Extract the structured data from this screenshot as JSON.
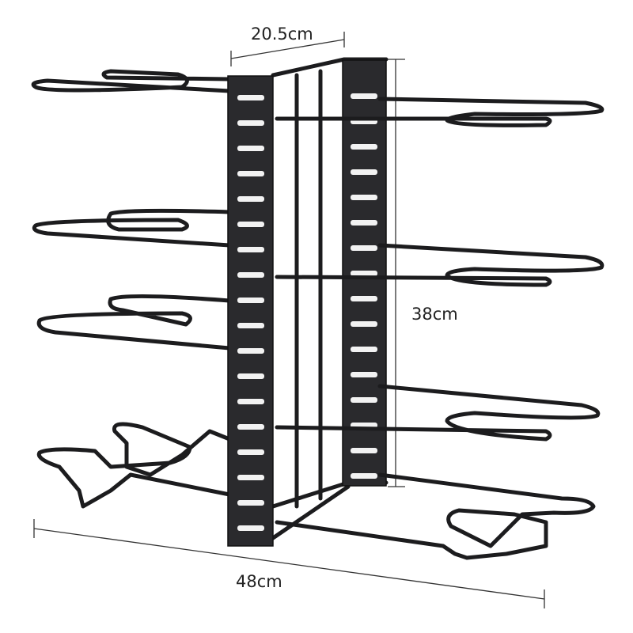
{
  "dimensions": {
    "depth": "20.5cm",
    "height": "38cm",
    "width": "48cm"
  },
  "colors": {
    "rack": "#1c1c1e",
    "background": "#ffffff",
    "dimension_lines": "#333333"
  }
}
